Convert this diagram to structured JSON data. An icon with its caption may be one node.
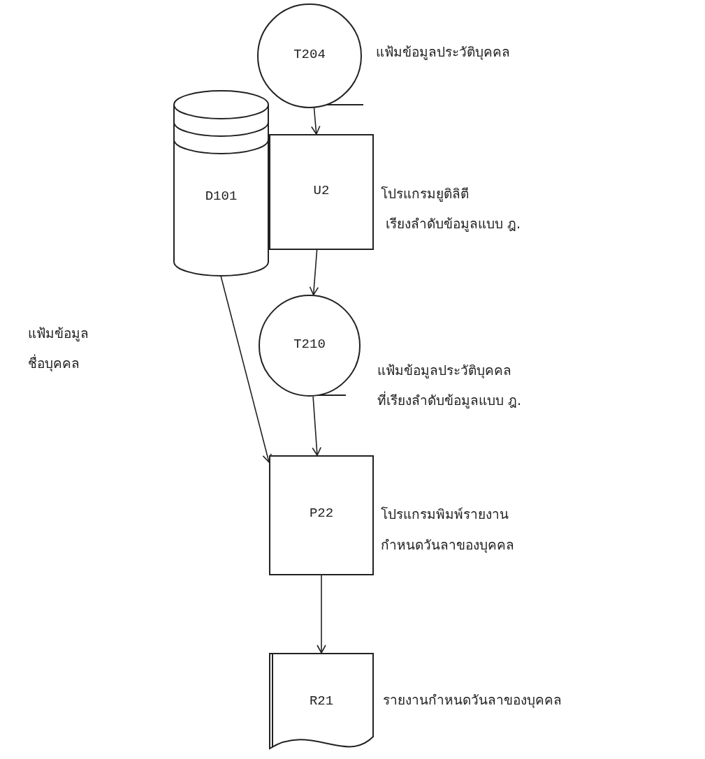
{
  "diagram": {
    "nodes": [
      {
        "text": [
          "T204"
        ],
        "beside": [
          "แฟ้มข้อมูลประวัติบุคคล"
        ]
      },
      {
        "text": [
          "U2"
        ],
        "beside": [
          "โปรแกรมยูติลิตี",
          "เรียงลำดับข้อมูลแบบ ฎ."
        ]
      },
      {
        "text": [
          "D101"
        ],
        "beside": [
          "แฟ้มข้อมูล",
          "ชื่อบุคคล"
        ]
      },
      {
        "text": [
          "T210"
        ],
        "beside": [
          "แฟ้มข้อมูลประวัติบุคคล",
          "ที่เรียงลำดับข้อมูลแบบ ฎ."
        ]
      },
      {
        "text": [
          "P22"
        ],
        "beside": [
          "โปรแกรมพิมพ์รายงาน",
          "กำหนดวันลาของบุคคล"
        ]
      },
      {
        "text": [
          "R21"
        ],
        "beside": [
          "รายงานกำหนดวันลาของบุคคล"
        ]
      }
    ],
    "edges": [
      {
        "from": 0,
        "to": 1,
        "arrow": "to"
      },
      {
        "from": 1,
        "to": 3,
        "arrow": "to"
      },
      {
        "from": 3,
        "to": 4,
        "arrow": "to"
      },
      {
        "from": 2,
        "to": 4,
        "arrow": "to"
      },
      {
        "from": 4,
        "to": 5,
        "arrow": "to"
      }
    ]
  }
}
